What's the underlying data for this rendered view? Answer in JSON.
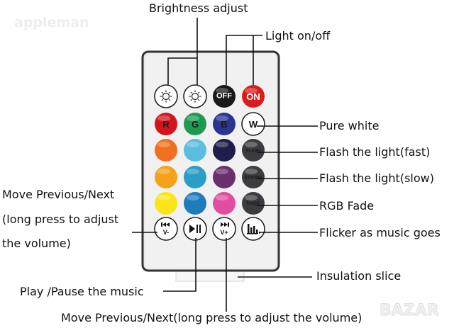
{
  "watermarks": {
    "top_left": "appleman",
    "bottom_right": "BAZAR"
  },
  "labels": {
    "brightness": "Brightness adjust",
    "light_on_off": "Light on/off",
    "pure_white": "Pure white",
    "flash_fast": "Flash the light(fast)",
    "flash_slow": "Flash the light(slow)",
    "rgb_fade": "RGB Fade",
    "music_flicker": "Flicker as music goes",
    "insulation": "Insulation slice",
    "prev_next_1": "Move Previous/Next",
    "prev_next_2": "(long press to adjust",
    "prev_next_3": "the volume)",
    "play_pause": "Play /Pause the music",
    "bottom": "Move Previous/Next(long press to adjust the volume)"
  },
  "remote": {
    "buttons": [
      [
        {
          "text": "",
          "icon": "brightness-down-icon",
          "color": "#ffffff"
        },
        {
          "text": "",
          "icon": "brightness-up-icon",
          "color": "#ffffff"
        },
        {
          "text": "OFF",
          "color": "#1a1a1a"
        },
        {
          "text": "ON",
          "color": "#d91c1c"
        }
      ],
      [
        {
          "text": "R",
          "color": "#d4141c"
        },
        {
          "text": "G",
          "color": "#1e9a50"
        },
        {
          "text": "B",
          "color": "#2a3590"
        },
        {
          "text": "W",
          "color": "#ffffff"
        }
      ],
      [
        {
          "text": "",
          "color": "#f07020"
        },
        {
          "text": "",
          "color": "#5bbde0"
        },
        {
          "text": "",
          "color": "#201c4c"
        },
        {
          "text": "FLASH",
          "color": "#3c3c40"
        }
      ],
      [
        {
          "text": "",
          "color": "#f3a21a"
        },
        {
          "text": "",
          "color": "#2a9ec4"
        },
        {
          "text": "",
          "color": "#6b2f6e"
        },
        {
          "text": "STROBE",
          "color": "#3c3c40"
        }
      ],
      [
        {
          "text": "",
          "color": "#fbe418"
        },
        {
          "text": "",
          "color": "#1f7cbc"
        },
        {
          "text": "",
          "color": "#e04ea0"
        },
        {
          "text": "FADE",
          "color": "#3c3c40"
        }
      ],
      [
        {
          "text": "V-",
          "icon": "previous-icon",
          "color": "#ffffff"
        },
        {
          "text": "",
          "icon": "play-pause-icon",
          "color": "#ffffff"
        },
        {
          "text": "V+",
          "icon": "next-icon",
          "color": "#ffffff"
        },
        {
          "text": "",
          "icon": "music-bars-icon",
          "color": "#ffffff"
        }
      ]
    ]
  }
}
